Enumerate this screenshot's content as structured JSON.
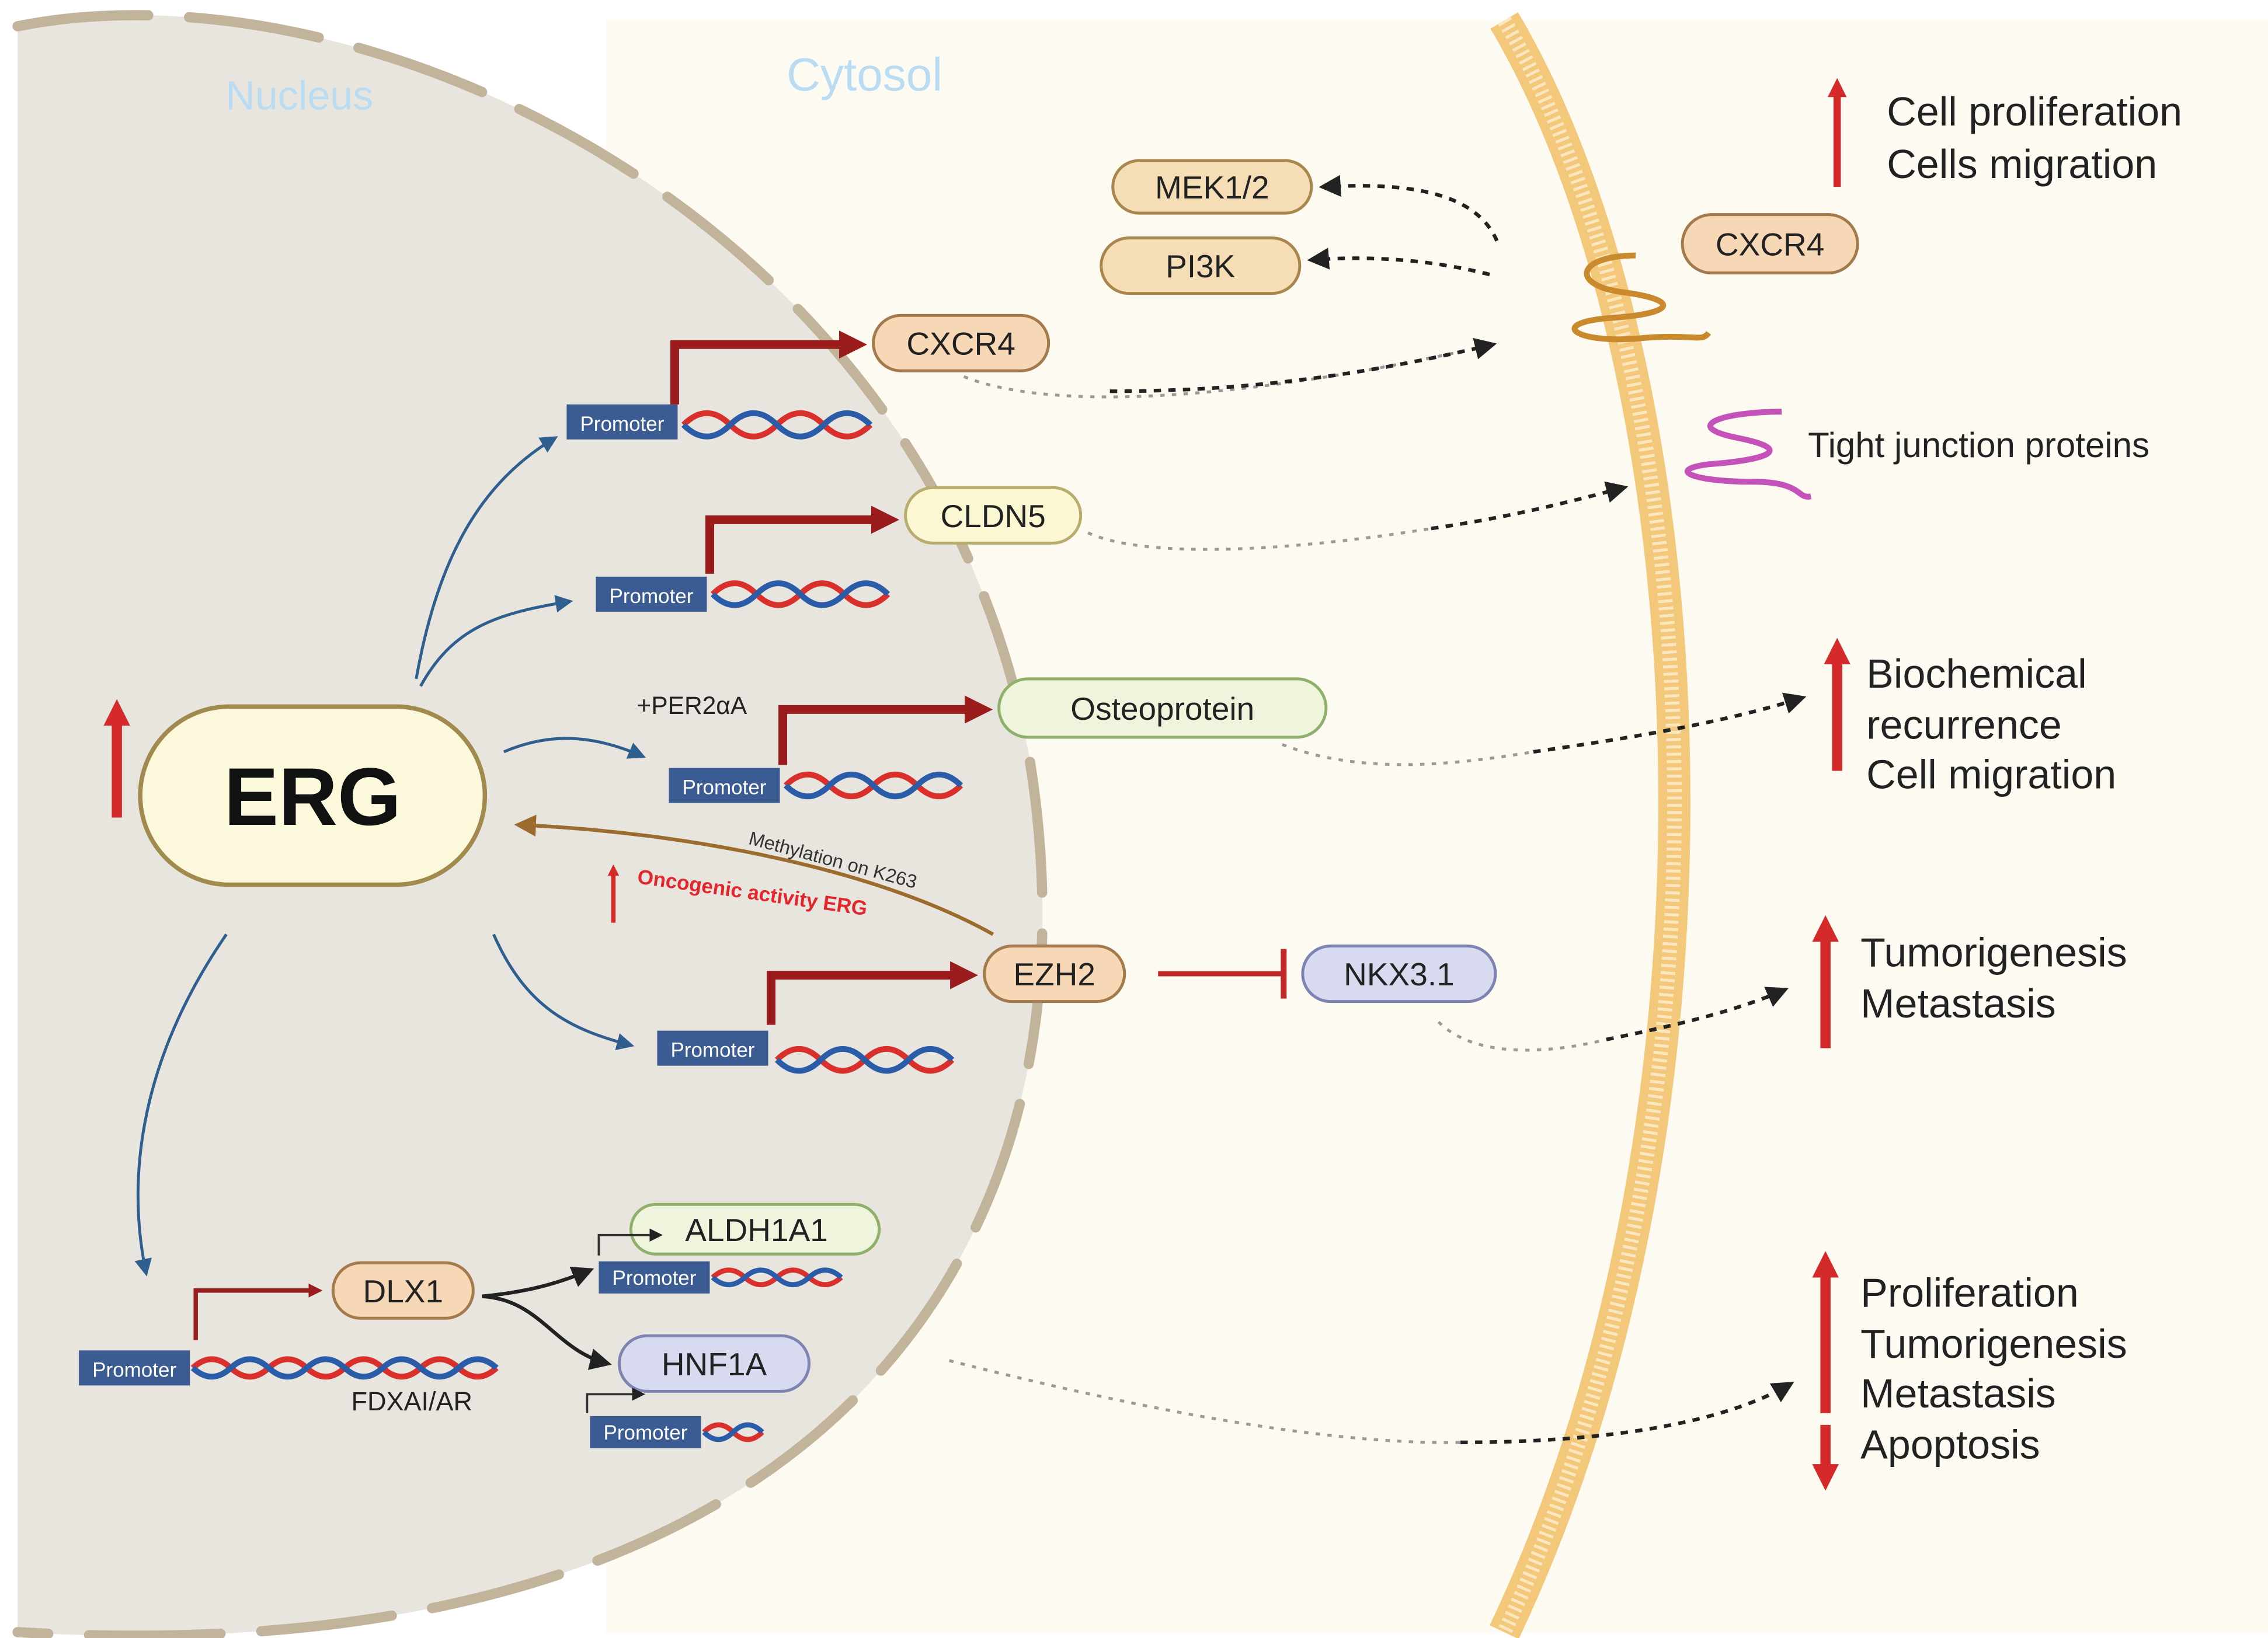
{
  "regions": {
    "nucleus": "Nucleus",
    "cytosol": "Cytosol"
  },
  "center": {
    "erg": "ERG"
  },
  "genes": {
    "cxcr4": "CXCR4",
    "cldn5": "CLDN5",
    "osteoprotein": "Osteoprotein",
    "ezh2": "EZH2",
    "nkx31": "NKX3.1",
    "dlx1": "DLX1",
    "aldh1a1": "ALDH1A1",
    "hnf1a": "HNF1A"
  },
  "promoter_label": "Promoter",
  "annotations": {
    "per2": "+PER2αA",
    "methylation": "Methylation on K263",
    "oncogenic": "Oncogenic activity ERG",
    "fdxai": "FDXAI/AR"
  },
  "cytosol_proteins": {
    "mek": "MEK1/2",
    "pi3k": "PI3K",
    "cxcr4_receptor": "CXCR4",
    "tight_junction": "Tight junction proteins"
  },
  "outcomes": {
    "group1": [
      "Cell proliferation",
      "Cells migration"
    ],
    "group2": [
      "Biochemical",
      "recurrence",
      "Cell migration"
    ],
    "group3": [
      "Tumorigenesis",
      "Metastasis"
    ],
    "group4_up": [
      "Proliferation",
      "Tumorigenesis",
      "Metastasis"
    ],
    "group4_down": [
      "Apoptosis"
    ]
  },
  "colors": {
    "nucleus_fill": "#e8e5df",
    "cytosol_fill": "#fdfbf1",
    "membrane": "#f3c87a",
    "gene_arrow": "#9b1c1c",
    "up_arrow": "#d42a2a",
    "blue_arrow": "#2f5f8f",
    "promoter_box": "#3b5b93"
  }
}
